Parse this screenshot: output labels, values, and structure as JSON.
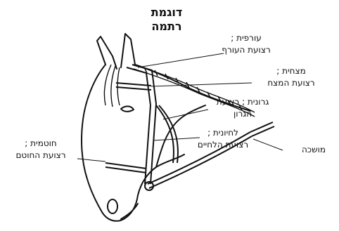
{
  "title": {
    "line1": "דוגמת",
    "line2": "רתמה"
  },
  "labels": {
    "orfit": {
      "line1": "עורפית ;",
      "line2": "רצועת העורף"
    },
    "mitzhit": {
      "line1": "מצחית ;",
      "line2": "רצועת המצח"
    },
    "garonit": {
      "line1": "גרונית ; רצועת",
      "line2": "הגרון"
    },
    "lechayit": {
      "line1": "לחיונית ;",
      "line2": "רצועת הלחיים"
    },
    "hotmit": {
      "line1": "חוטמית ;",
      "line2": "רצועת החוטם"
    },
    "moshcha": {
      "line1": "מושכה"
    }
  },
  "colors": {
    "ink": "#111111",
    "background": "#ffffff"
  }
}
